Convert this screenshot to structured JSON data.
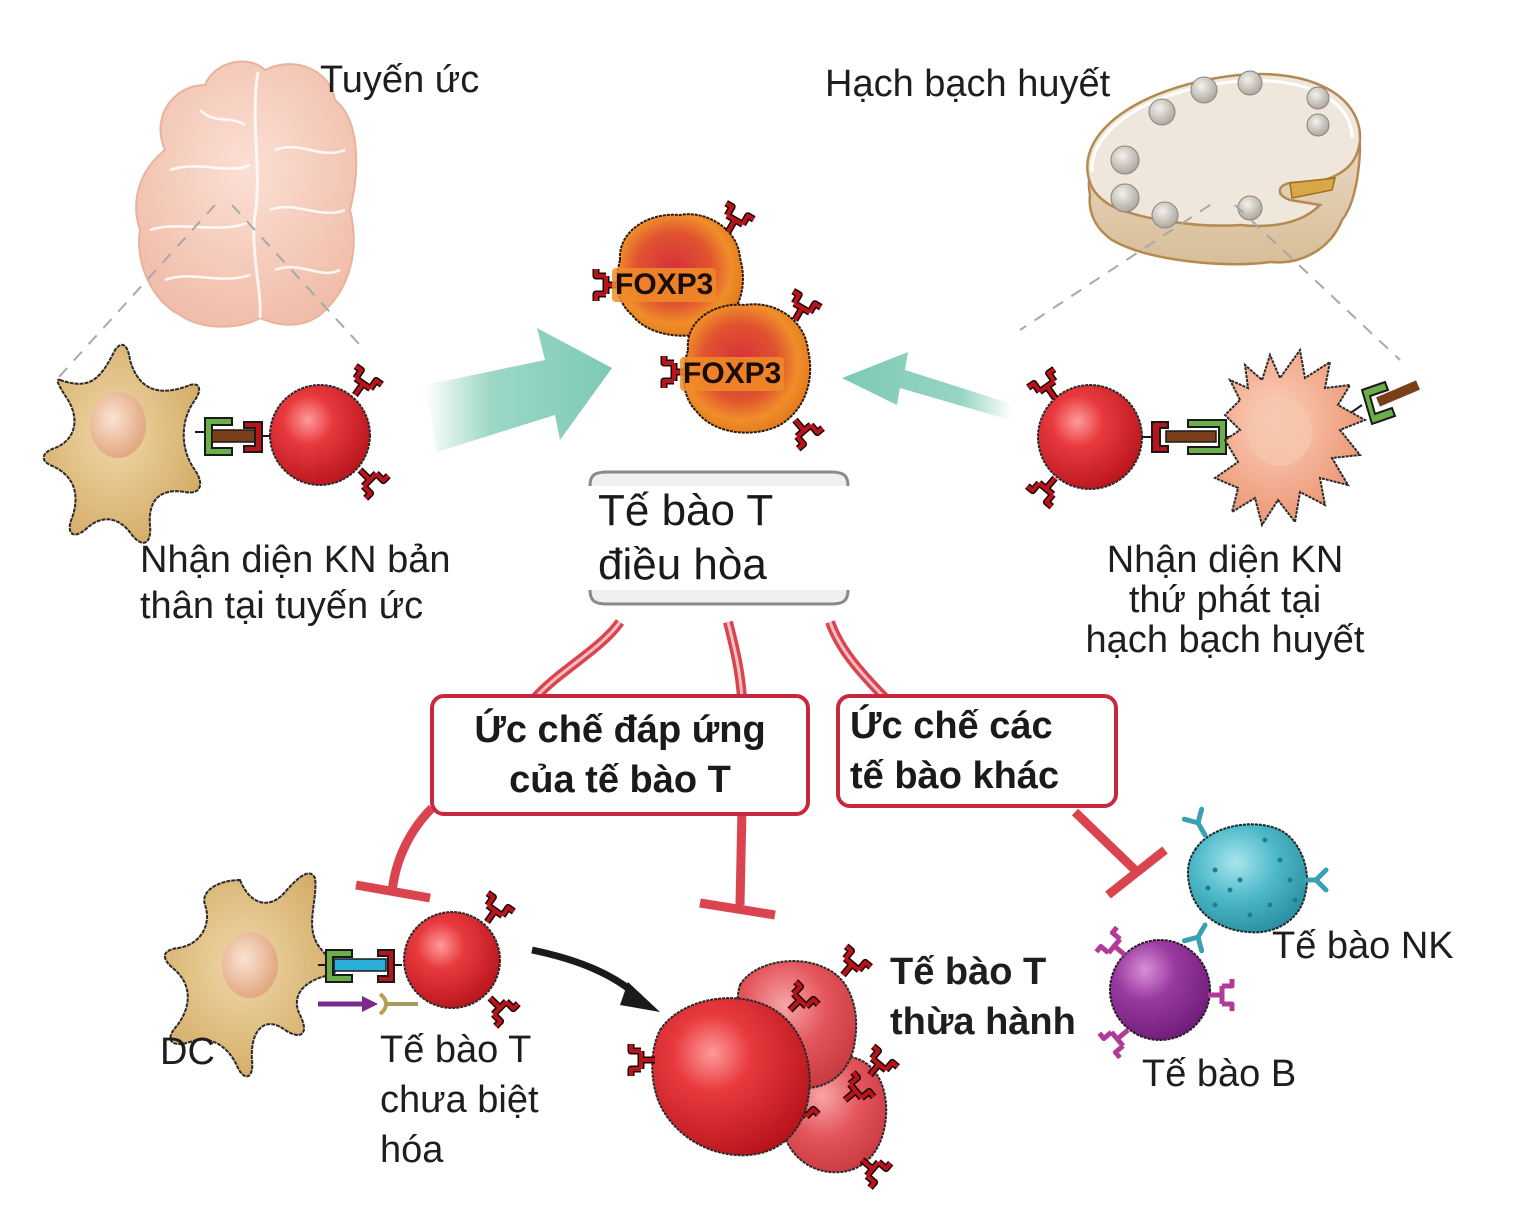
{
  "title": "Regulatory T cells: origin and functions",
  "organs": {
    "thymus": "Tuyến ức",
    "lymph_node": "Hạch bạch huyết"
  },
  "recognition": {
    "thymus_line1": "Nhận diện KN bản",
    "thymus_line2": "thân tại tuyến ức",
    "lymph_line1": "Nhận diện KN",
    "lymph_line2": "thứ phát tại",
    "lymph_line3": "hạch bạch huyết"
  },
  "treg": {
    "marker": "FOXP3",
    "label_line1": "Tế bào T",
    "label_line2": "điều hòa"
  },
  "functions": {
    "suppress_t_line1": "Ức chế đáp ứng",
    "suppress_t_line2": "của tế bào T",
    "suppress_other_line1": "Ức chế các",
    "suppress_other_line2": "tế bào khác"
  },
  "targets": {
    "dc": "DC",
    "naive_t_line1": "Tế bào T",
    "naive_t_line2": "chưa biệt",
    "naive_t_line3": "hóa",
    "effector_t_line1": "Tế bào T",
    "effector_t_line2": "thừa hành",
    "nk": "Tế bào NK",
    "b_cell": "Tế bào B"
  },
  "colors": {
    "arrow_teal": "#7ccab4",
    "inhibit_red": "#d9444f",
    "box_border": "#c8283e",
    "t_cell_red": "#d8262e",
    "treg_orange": "#ef8a26",
    "dc_tan": "#d9b878",
    "nk_teal": "#3aa8b8",
    "b_purple": "#8a2a8c",
    "thymus_pink": "#f3c6b4",
    "node_beige": "#e8dccb"
  }
}
